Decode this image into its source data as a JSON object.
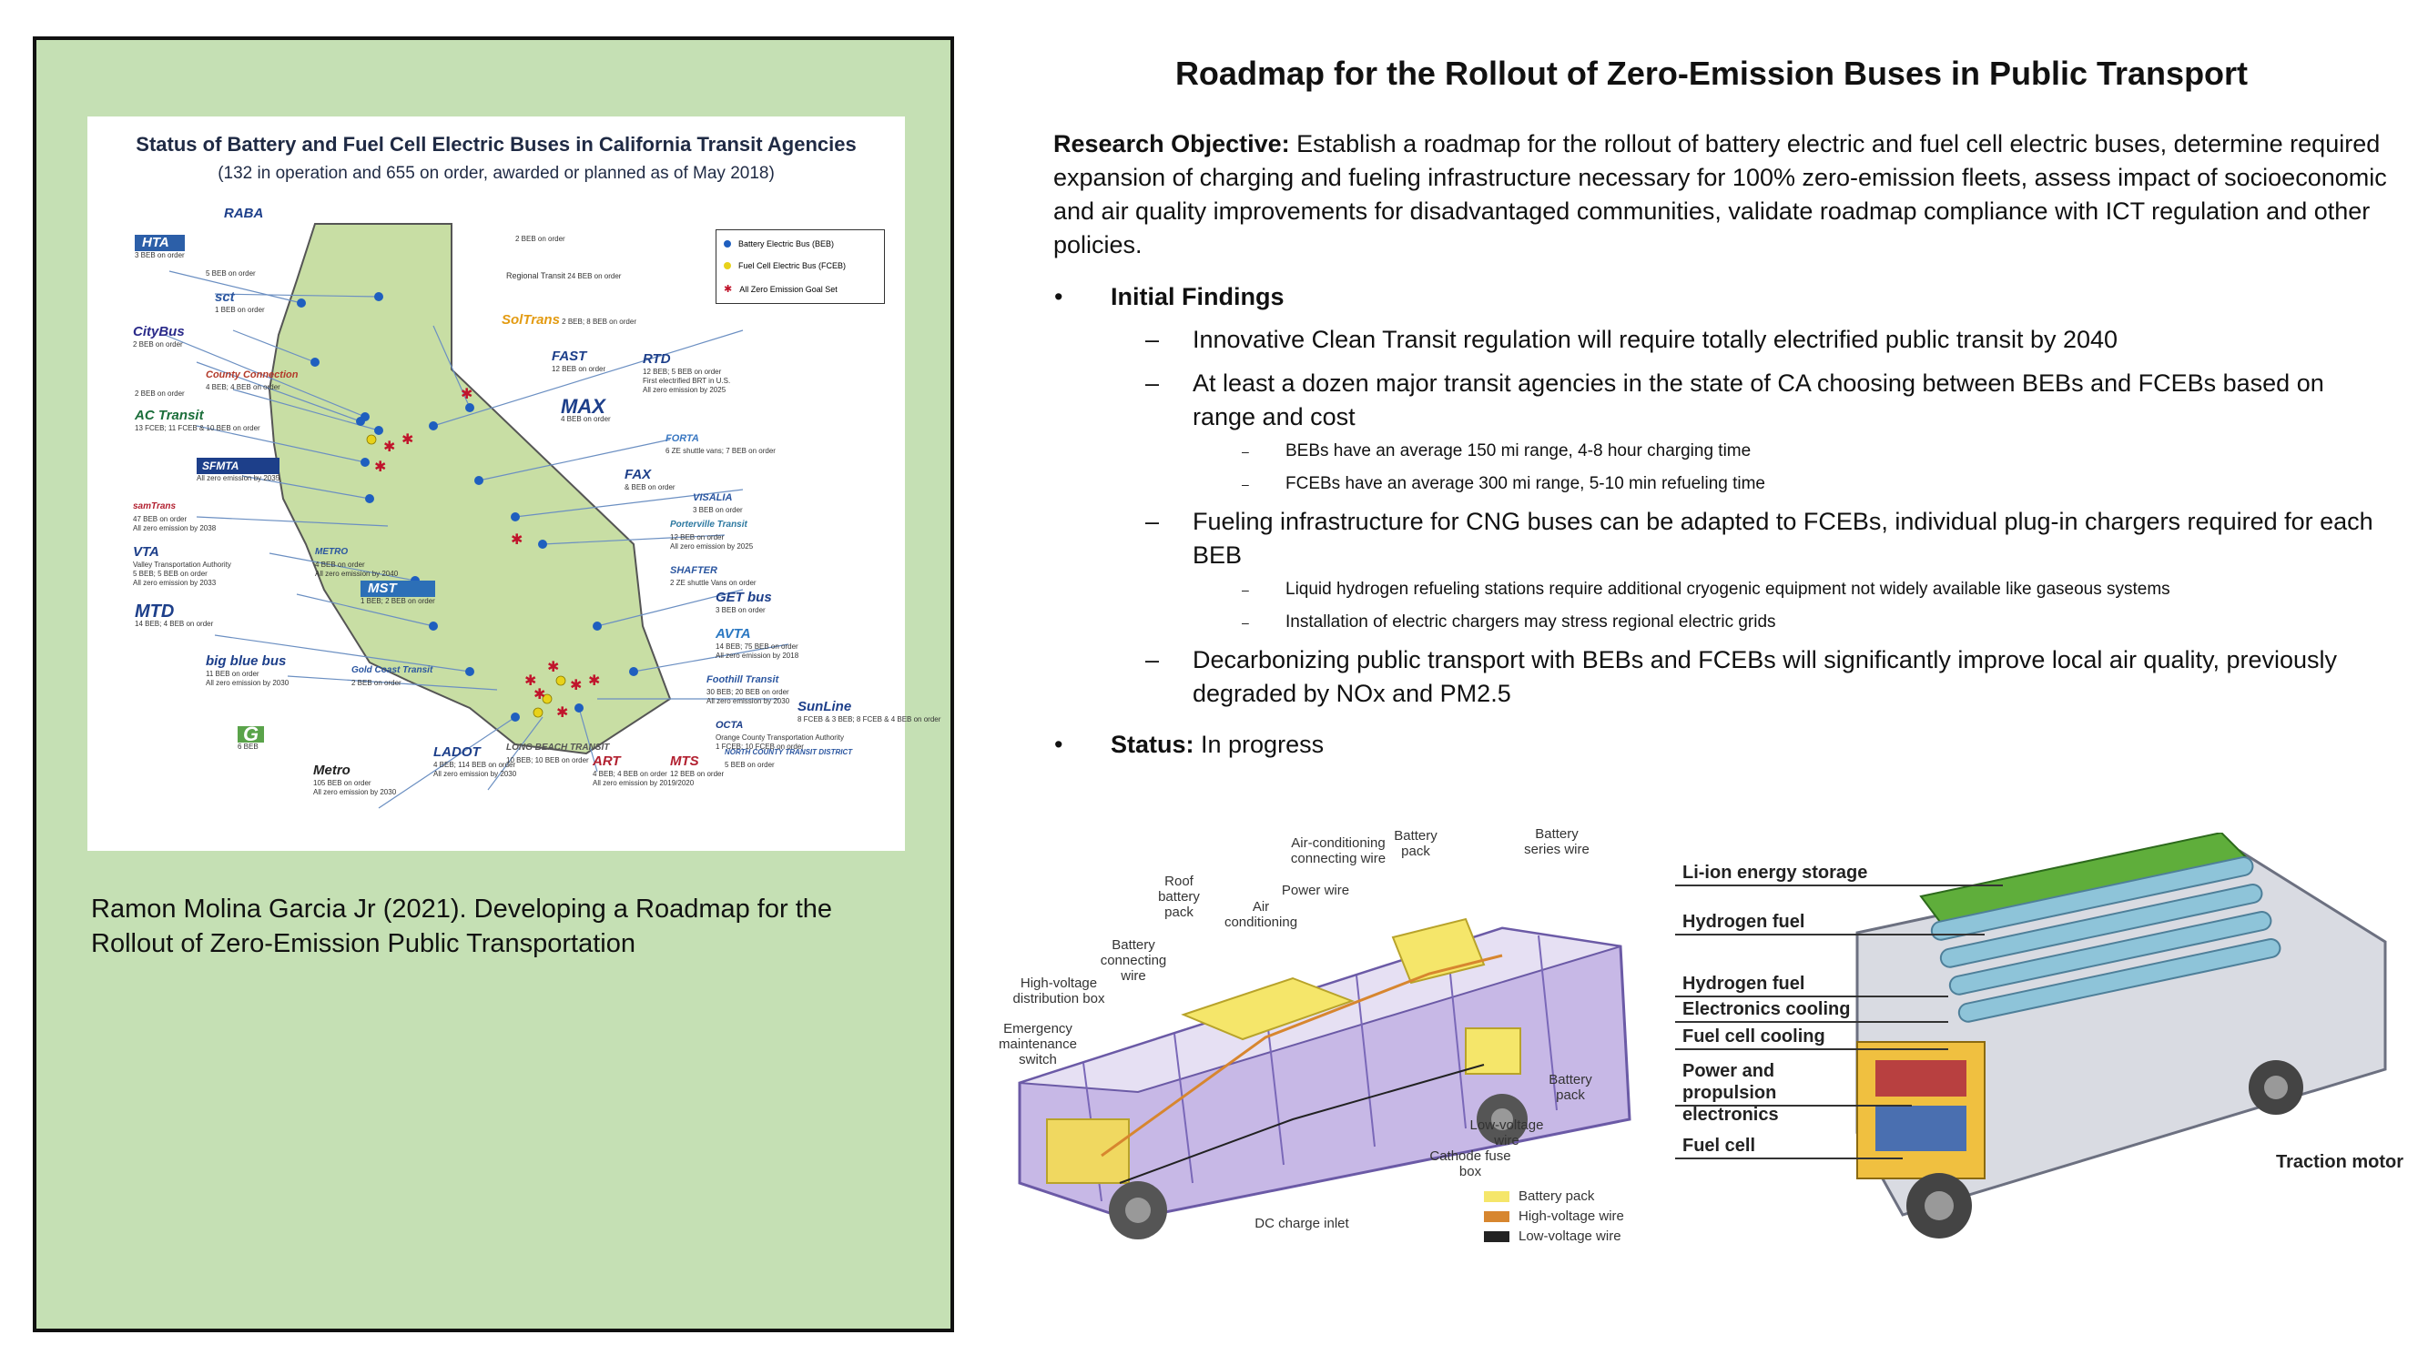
{
  "left_panel": {
    "map": {
      "title": "Status of Battery and Fuel Cell Electric Buses in California Transit Agencies",
      "subtitle": "(132 in operation and 655 on order, awarded or planned as of May 2018)",
      "legend": [
        {
          "label": "Battery Electric Bus (BEB)",
          "color": "#1f5fbf"
        },
        {
          "label": "Fuel Cell Electric Bus (FCEB)",
          "color": "#e8d21a"
        },
        {
          "label": "All Zero Emission Goal Set",
          "color": "#c0142b"
        }
      ],
      "agencies": [
        {
          "logo": "RABA",
          "note": ""
        },
        {
          "logo": "HTA",
          "note": "3 BEB on order"
        },
        {
          "logo": "",
          "note": "2 BEB on order"
        },
        {
          "logo": "",
          "note": "5 BEB on order"
        },
        {
          "logo": "sct",
          "note": "1 BEB on order"
        },
        {
          "logo": "Regional Transit",
          "note": "24 BEB on order"
        },
        {
          "logo": "SolTrans",
          "note": "2 BEB; 8 BEB on order"
        },
        {
          "logo": "CityBus",
          "note": "2 BEB on order"
        },
        {
          "logo": "FAST",
          "note": "12 BEB on order"
        },
        {
          "logo": "RTD",
          "note": "12 BEB; 5 BEB on order"
        },
        {
          "logo": "",
          "note": "First electrified BRT in U.S."
        },
        {
          "logo": "",
          "note": "All zero emission by 2025"
        },
        {
          "logo": "County Connection",
          "note": "4 BEB; 4 BEB on order"
        },
        {
          "logo": "",
          "note": "2 BEB on order"
        },
        {
          "logo": "AC Transit",
          "note": "13 FCEB; 11 FCEB & 10 BEB on order"
        },
        {
          "logo": "MAX",
          "note": "4 BEB on order"
        },
        {
          "logo": "FORTA",
          "note": "6 ZE shuttle vans; 7 BEB on order"
        },
        {
          "logo": "SFMTA",
          "note": "All zero emission by 2035"
        },
        {
          "logo": "FAX",
          "note": "& BEB on order"
        },
        {
          "logo": "VISALIA",
          "note": "3 BEB on order"
        },
        {
          "logo": "samTrans",
          "note": "47 BEB on order"
        },
        {
          "logo": "",
          "note": "All zero emission by 2038"
        },
        {
          "logo": "Porterville Transit",
          "note": "12 BEB on order"
        },
        {
          "logo": "",
          "note": "All zero emission by 2025"
        },
        {
          "logo": "VTA",
          "note": "5 BEB; 5 BEB on order"
        },
        {
          "logo": "",
          "note": "All zero emission by 2033"
        },
        {
          "logo": "Valley Transportation Authority",
          "note": ""
        },
        {
          "logo": "METRO",
          "note": "4 BEB on order"
        },
        {
          "logo": "",
          "note": "All zero emission by 2040"
        },
        {
          "logo": "SHAFTER",
          "note": "2 ZE shuttle Vans on order"
        },
        {
          "logo": "MST",
          "note": "1 BEB; 2 BEB on order"
        },
        {
          "logo": "GET bus",
          "note": "3 BEB on order"
        },
        {
          "logo": "MTD",
          "note": "14 BEB; 4 BEB on order"
        },
        {
          "logo": "AVTA",
          "note": "14 BEB; 75 BEB on order"
        },
        {
          "logo": "",
          "note": "All zero emission by 2018"
        },
        {
          "logo": "Foothill Transit",
          "note": "30 BEB; 20 BEB on order"
        },
        {
          "logo": "",
          "note": "All zero emission by 2030"
        },
        {
          "logo": "big blue bus",
          "note": "11 BEB on order"
        },
        {
          "logo": "",
          "note": "All zero emission by 2030"
        },
        {
          "logo": "Gold Coast Transit",
          "note": "2 BEB on order"
        },
        {
          "logo": "OCTA",
          "note": "1 FCEB; 10 FCEB on order"
        },
        {
          "logo": "Orange County Transportation Authority",
          "note": ""
        },
        {
          "logo": "G",
          "note": "6 BEB"
        },
        {
          "logo": "Metro",
          "note": "105 BEB on order"
        },
        {
          "logo": "",
          "note": "All zero emission by 2030"
        },
        {
          "logo": "LADOT",
          "note": "4 BEB; 114 BEB on order"
        },
        {
          "logo": "",
          "note": "All zero emission by 2030"
        },
        {
          "logo": "LONG BEACH TRANSIT",
          "note": "10 BEB; 10 BEB on order"
        },
        {
          "logo": "ART",
          "note": "4 BEB; 4 BEB on order"
        },
        {
          "logo": "",
          "note": "All zero emission by 2019/2020"
        },
        {
          "logo": "MTS",
          "note": "12 BEB on order"
        },
        {
          "logo": "NORTH COUNTY TRANSIT DISTRICT",
          "note": "5 BEB on order"
        },
        {
          "logo": "SunLine",
          "note": "8 FCEB & 3 BEB; 8 FCEB & 4 BEB on order"
        }
      ]
    },
    "citation": "Ramon Molina Garcia Jr (2021). Developing a Roadmap for the Rollout of Zero-Emission Public Transportation"
  },
  "content": {
    "title": "Roadmap for the Rollout of Zero-Emission Buses in Public Transport",
    "objective_label": "Research Objective:",
    "objective_text": " Establish a roadmap for the rollout of battery electric and fuel cell electric buses, determine required expansion of charging and fueling infrastructure necessary for 100% zero-emission fleets, assess impact of socioeconomic and air quality improvements for disadvantaged communities, validate roadmap compliance with ICT regulation and other policies.",
    "bullet_mark": "•",
    "dash_mark": "–",
    "findings_label": "Initial Findings",
    "findings": [
      "Innovative Clean Transit regulation will require totally electrified public transit by 2040",
      "At least a dozen major transit agencies in the state of CA choosing between BEBs and FCEBs based on range and cost",
      "Fueling infrastructure for CNG buses can be adapted to FCEBs, individual plug-in chargers required for each BEB",
      "Decarbonizing public transport with BEBs and FCEBs will significantly improve local air quality, previously degraded by NOx and PM2.5"
    ],
    "subfindings_1": [
      "BEBs have an average 150 mi range, 4-8 hour charging time",
      "FCEBs have an average 300 mi range, 5-10 min refueling time"
    ],
    "subfindings_2": [
      "Liquid hydrogen refueling stations require additional cryogenic equipment not widely available like gaseous systems",
      "Installation of electric chargers may stress regional electric grids"
    ],
    "status_label": "Status:",
    "status_text": " In progress"
  },
  "beb_figure": {
    "labels": {
      "ac_wire": "Air-conditioning connecting wire",
      "battery_pack_top": "Battery pack",
      "battery_series": "Battery series wire",
      "roof_battery": "Roof battery pack",
      "power_wire": "Power wire",
      "air_cond": "Air conditioning",
      "battery_connecting": "Battery connecting wire",
      "hv_box": "High-voltage distribution box",
      "emergency": "Emergency maintenance switch",
      "battery_pack_side": "Battery pack",
      "lv_wire": "Low-voltage wire",
      "cathode": "Cathode fuse box",
      "dc_inlet": "DC charge inlet"
    },
    "legend": [
      {
        "label": "Battery pack",
        "color": "#f5e66a"
      },
      {
        "label": "High-voltage wire",
        "color": "#d7862f"
      },
      {
        "label": "Low-voltage wire",
        "color": "#222222"
      }
    ]
  },
  "fceb_figure": {
    "labels": [
      "Li-ion energy storage",
      "Hydrogen fuel",
      "Hydrogen fuel",
      "Electronics cooling",
      "Fuel cell cooling",
      "Power and propulsion electronics",
      "Fuel cell",
      "Traction motor"
    ]
  }
}
